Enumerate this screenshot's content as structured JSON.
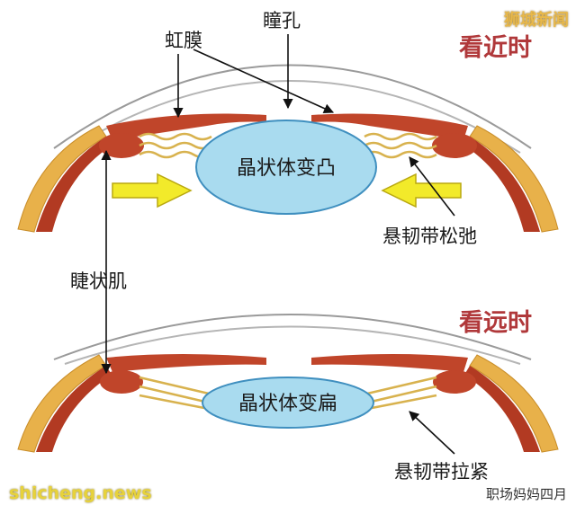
{
  "labels": {
    "iris": "虹膜",
    "pupil": "瞳孔",
    "ciliary_muscle": "睫状肌",
    "zonule_relaxed": "悬韧带松弛",
    "zonule_tense": "悬韧带拉紧"
  },
  "panels": {
    "near": {
      "title": "看近时",
      "lens_text": "晶状体变凸"
    },
    "far": {
      "title": "看远时",
      "lens_text": "晶状体变扁"
    }
  },
  "watermarks": {
    "top_right": "狮城新闻",
    "bottom_left": "shicheng.news",
    "bottom_right": "职场妈妈四月"
  },
  "colors": {
    "lens": "#a9dbef",
    "lens_stroke": "#3f8fbf",
    "muscle": "#c0452a",
    "sclera": "#e8b14a",
    "zonule": "#e8c86a",
    "arrow_fill": "#f2ea2a",
    "title_red": "#b0383a"
  }
}
